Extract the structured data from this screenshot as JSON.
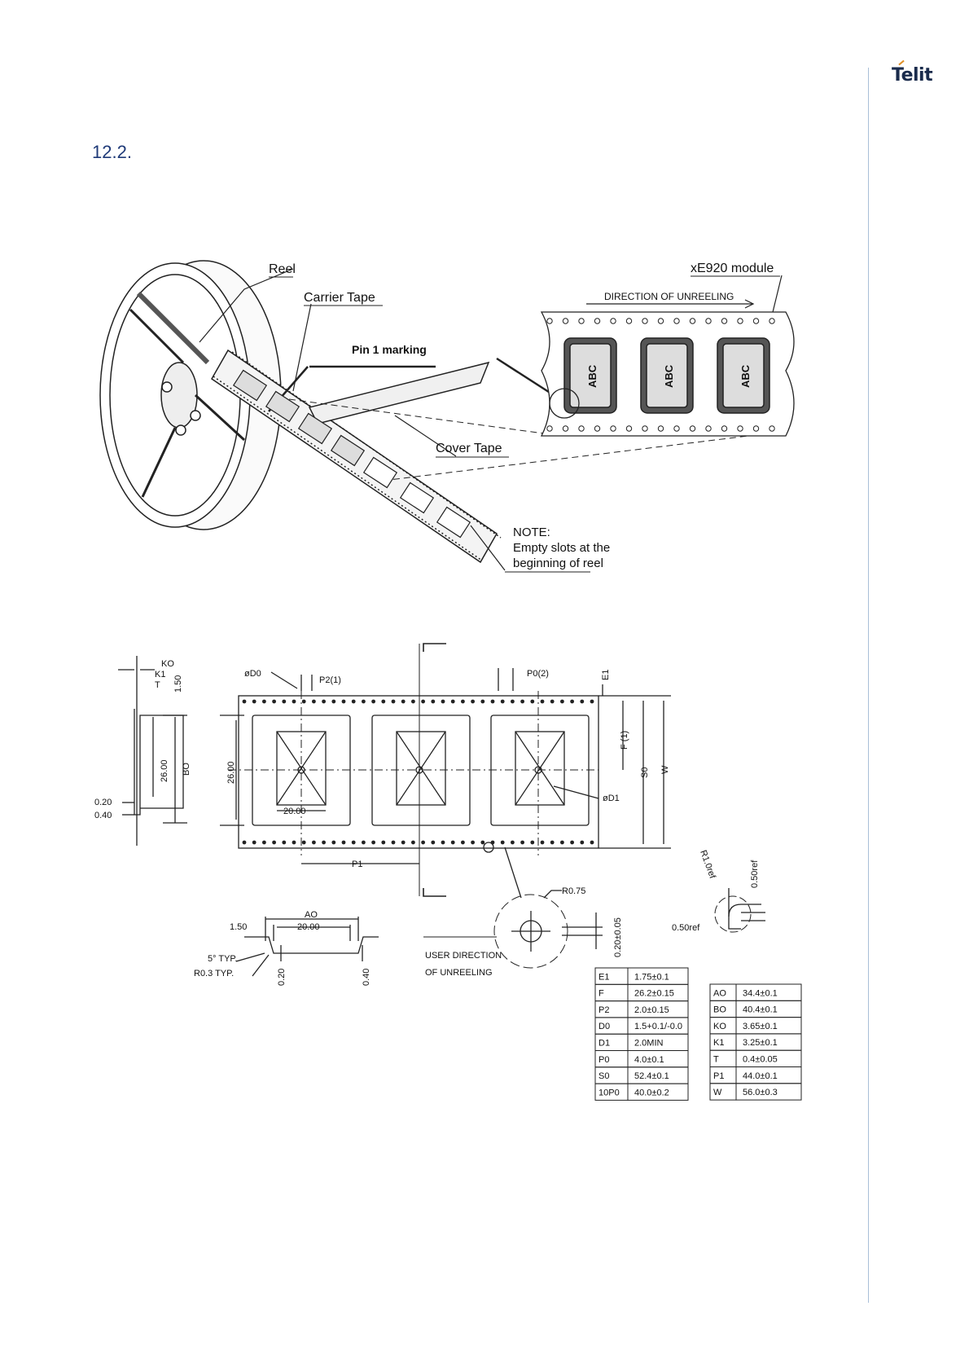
{
  "header": {
    "logo_text": "Telit",
    "section_number": "12.2."
  },
  "colors": {
    "brand_navy": "#1a2b4c",
    "logo_accent": "#e0912a",
    "heading_blue": "#1f3a78",
    "margin_rule": "#a9bfd8"
  },
  "reel_figure": {
    "reel_label": "Reel",
    "carrier_tape_label": "Carrier Tape",
    "module_label": "xE920 module",
    "direction_label": "DIRECTION OF UNREELING",
    "pin1_label": "Pin 1 marking",
    "cover_tape_label": "Cover Tape",
    "chip_marking": "ABC",
    "note_line1": "NOTE:",
    "note_line2": "Empty slots at the",
    "note_line3": "beginning of reel"
  },
  "tape_drawing": {
    "ko": "KO",
    "k1": "K1",
    "t": "T",
    "d0": "øD0",
    "p2": "P2(1)",
    "p0": "P0(2)",
    "e1": "E1",
    "f": "F (1)",
    "s0": "S0",
    "w": "W",
    "d1": "øD1",
    "p1": "P1",
    "bo": "BO",
    "dim_150": "1.50",
    "dim_2600": "26.00",
    "dim_2000": "20.00",
    "dim_020": "0.20",
    "dim_040": "0.40",
    "ao": "AO",
    "typ5": "5° TYP.",
    "r03": "R0.3 TYP.",
    "r075": "R0.75",
    "dim_020_005": "0.20±0.05",
    "user_dir1": "USER DIRECTION",
    "user_dir2": "OF UNREELING",
    "r10ref": "R1.0ref",
    "dim_050ref": "0.50ref"
  },
  "spec_table_left": [
    [
      "E1",
      "1.75±0.1"
    ],
    [
      "F",
      "26.2±0.15"
    ],
    [
      "P2",
      "2.0±0.15"
    ],
    [
      "D0",
      "1.5+0.1/-0.0"
    ],
    [
      "D1",
      "2.0MIN"
    ],
    [
      "P0",
      "4.0±0.1"
    ],
    [
      "S0",
      "52.4±0.1"
    ],
    [
      "10P0",
      "40.0±0.2"
    ]
  ],
  "spec_table_right": [
    [
      "AO",
      "34.4±0.1"
    ],
    [
      "BO",
      "40.4±0.1"
    ],
    [
      "KO",
      "3.65±0.1"
    ],
    [
      "K1",
      "3.25±0.1"
    ],
    [
      "T",
      "0.4±0.05"
    ],
    [
      "P1",
      "44.0±0.1"
    ],
    [
      "W",
      "56.0±0.3"
    ]
  ]
}
